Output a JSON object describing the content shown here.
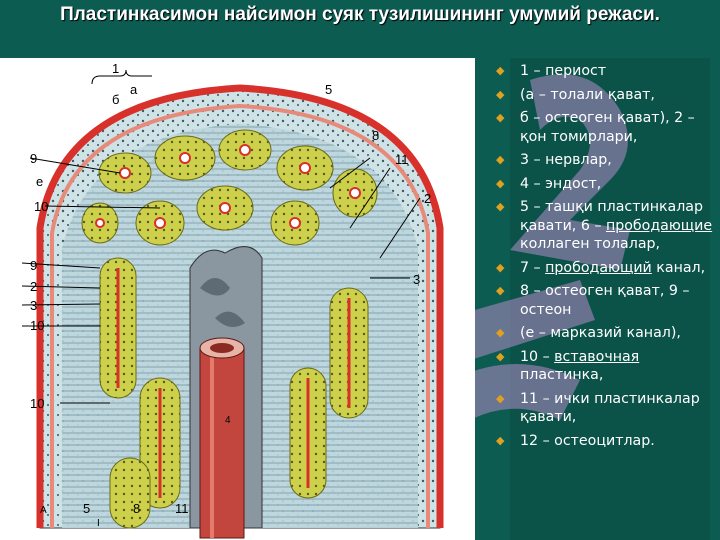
{
  "title": "Пластинкасимон найсимон суяк тузилишининг умумий режаси.",
  "figure": {
    "label_1": "1",
    "label_a": "а",
    "label_b": "б",
    "label_5": "5",
    "label_8": "8",
    "label_11": "11",
    "label_9": "9",
    "label_e": "е",
    "label_10": "10",
    "label_2": "2",
    "label_3": "3",
    "label_4": "4",
    "label_A": "А",
    "label_i": "I"
  },
  "bullets": [
    {
      "text": "1 – периост"
    },
    {
      "text": "(а – толали қават,"
    },
    {
      "text": "б – остеоген қават), 2 – қон томирлари,"
    },
    {
      "text": "3 – нервлар,"
    },
    {
      "text": "4 – эндост,"
    },
    {
      "pre": "5 – ташқи пластинкалар қавати, 6 – ",
      "u": "прободающие",
      "post": " коллаген толалар,"
    },
    {
      "pre": "7 – ",
      "u": "прободающий",
      "post": " канал,"
    },
    {
      "text": "8 – остеоген қават, 9 – остеон"
    },
    {
      "text": "(е – марказий канал),"
    },
    {
      "pre": "10 – ",
      "u": "вставочная",
      "post": " пластинка,"
    },
    {
      "text": "11 – ички пластинкалар қавати,"
    },
    {
      "text": "12 – остеоцитлар."
    }
  ],
  "colors": {
    "background": "#0d5c52",
    "bullet": "#e0a020",
    "periosteum": "#d8302a",
    "osteon": "#c9c93a",
    "lamella_bg": "#b8d4dc"
  }
}
